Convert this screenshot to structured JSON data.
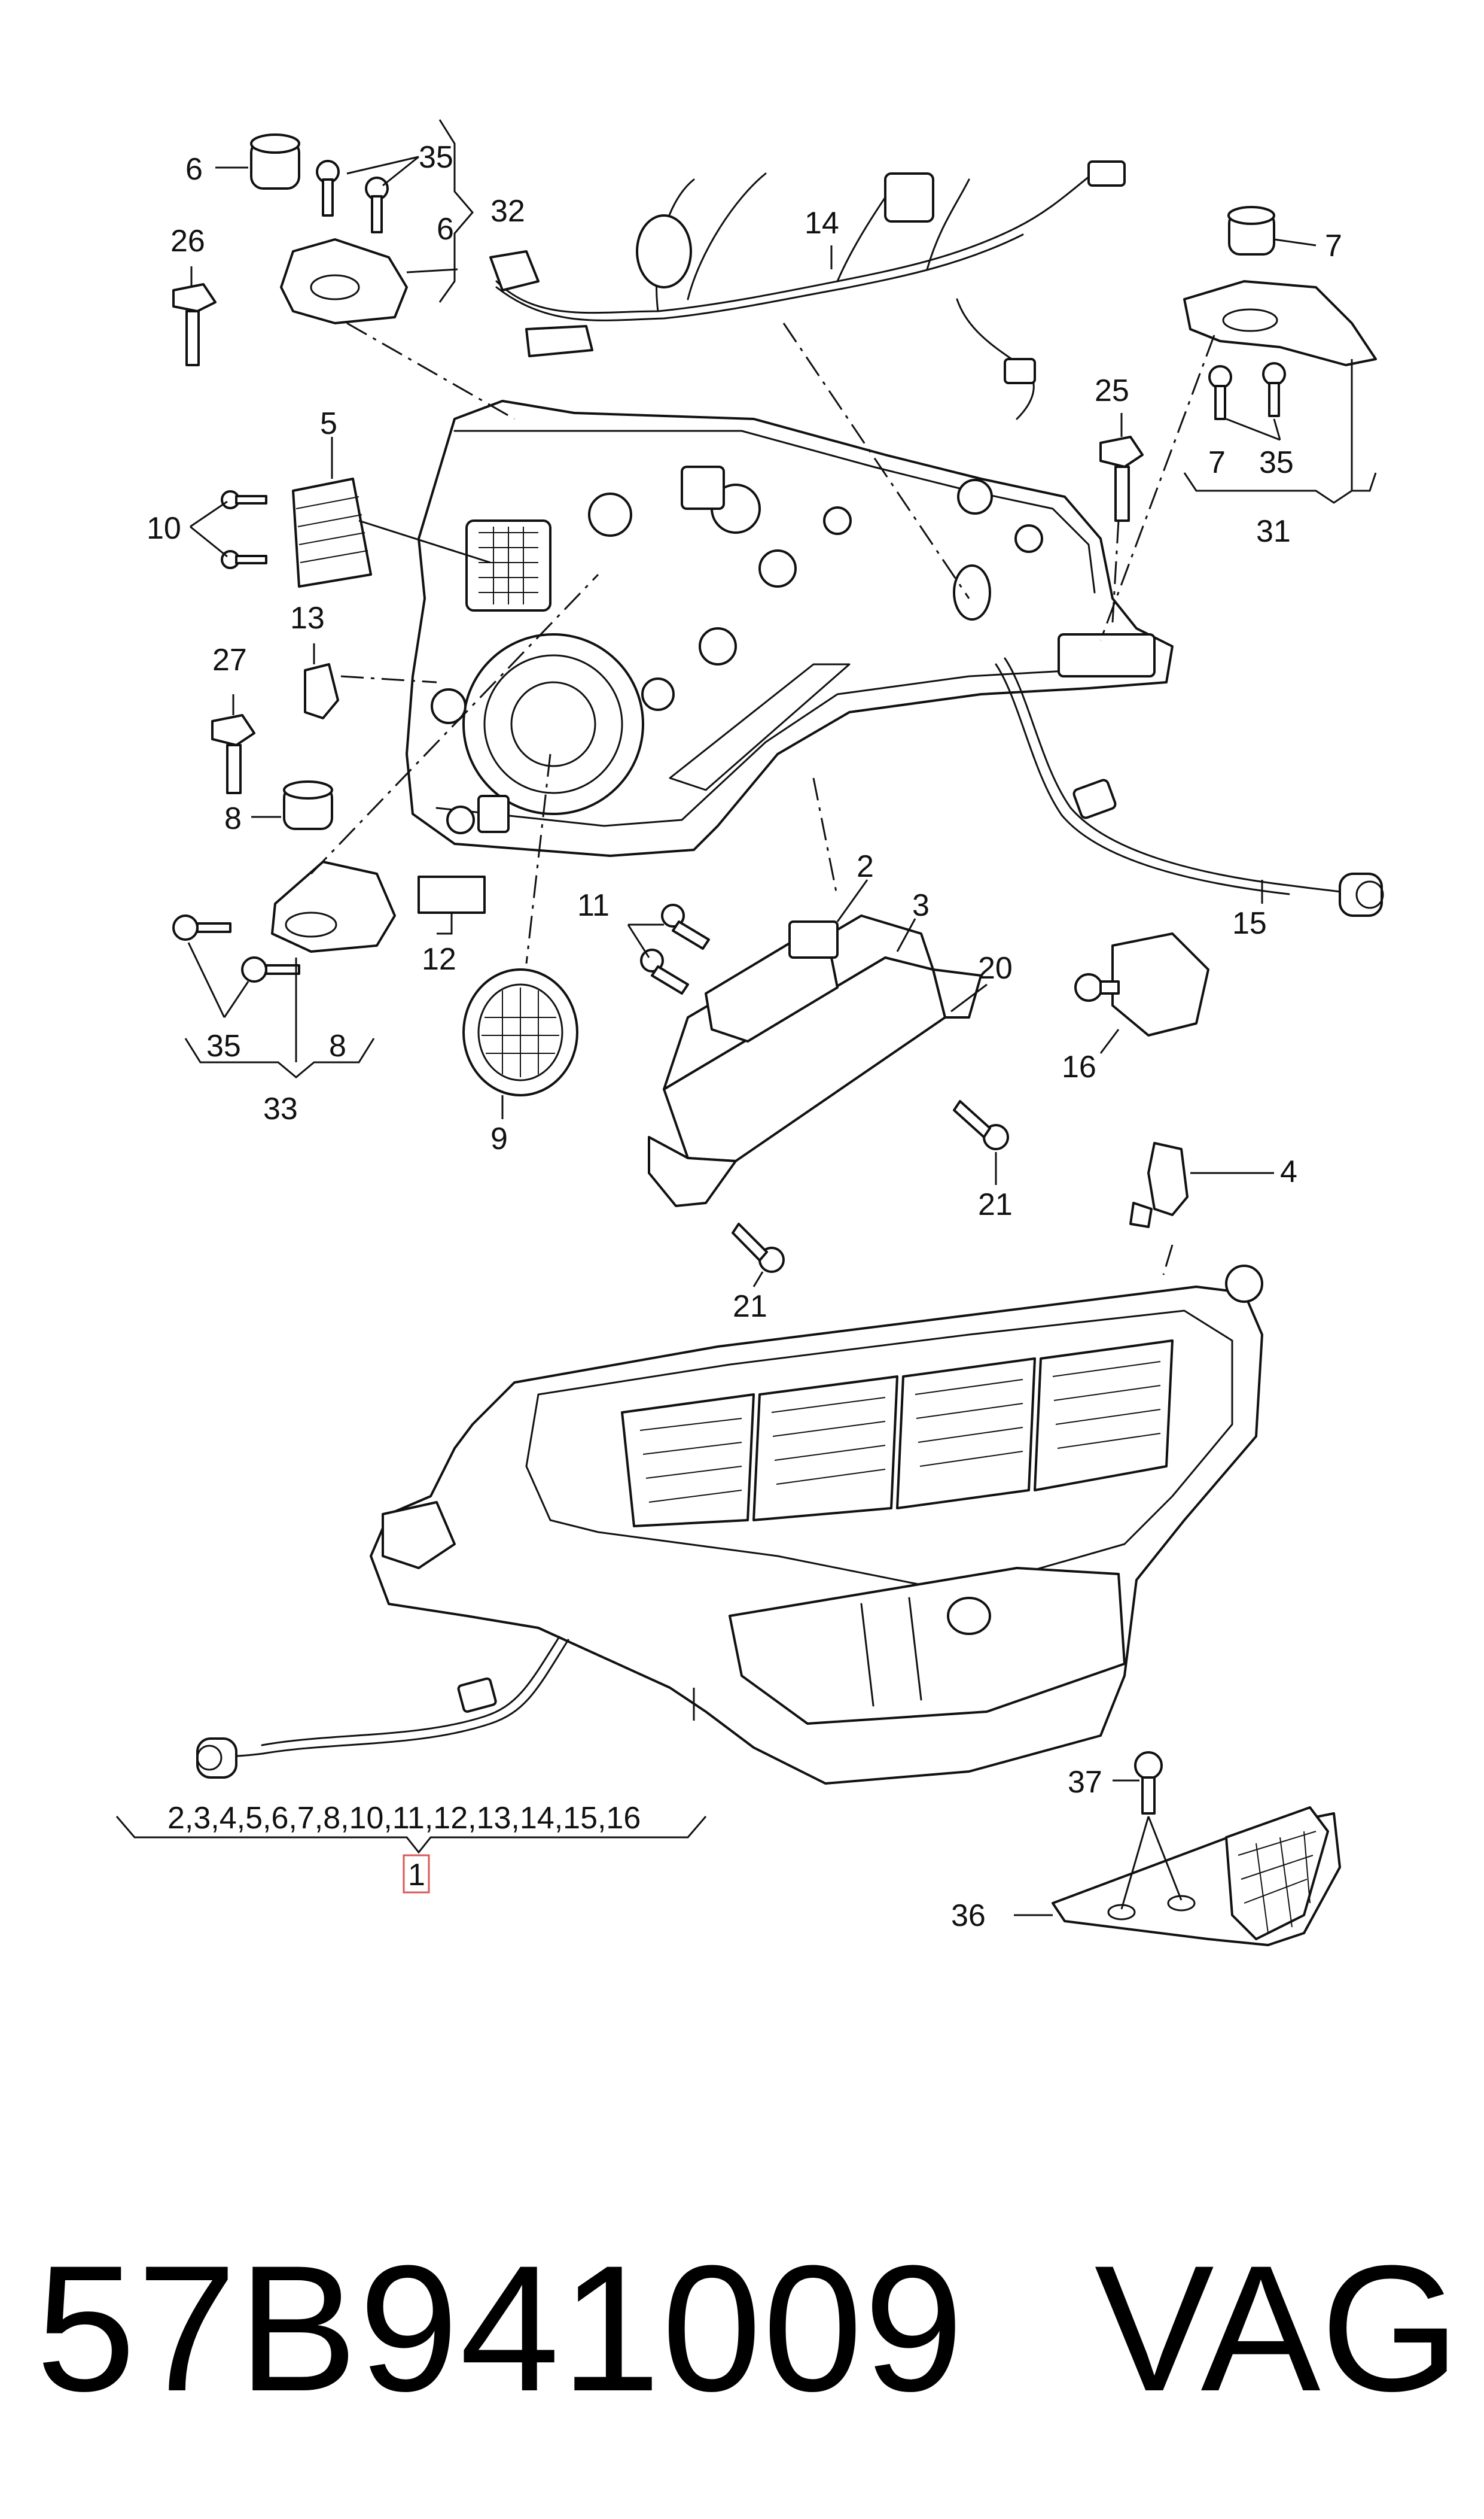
{
  "diagram": {
    "callouts": {
      "c1": "1",
      "c2": "2",
      "c3": "3",
      "c4": "4",
      "c5": "5",
      "c6a": "6",
      "c6b": "6",
      "c7a": "7",
      "c7b": "7",
      "c8a": "8",
      "c8b": "8",
      "c9": "9",
      "c10": "10",
      "c11": "11",
      "c12": "12",
      "c13": "13",
      "c14": "14",
      "c15": "15",
      "c16": "16",
      "c20": "20",
      "c21a": "21",
      "c21b": "21",
      "c25": "25",
      "c26": "26",
      "c27": "27",
      "c31": "31",
      "c32": "32",
      "c33": "33",
      "c35a": "35",
      "c35b": "35",
      "c35c": "35",
      "c36": "36",
      "c37": "37"
    },
    "assembly_list": "2,3,4,5,6,7,8,10,11,12,13,14,15,16"
  },
  "footer": {
    "part_number": "57B941009",
    "brand": "VAG"
  }
}
